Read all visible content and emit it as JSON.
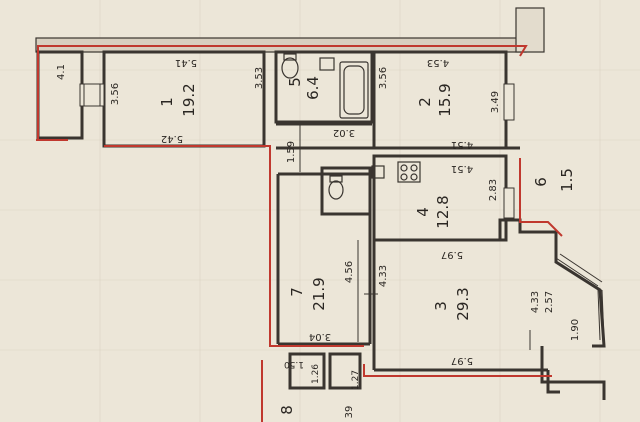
{
  "colors": {
    "paper": "#ece6d8",
    "wall": "#3a3530",
    "boundary": "#c0382e",
    "grid": "#d9cfbe"
  },
  "rooms": [
    {
      "id": "room-1",
      "number": "1",
      "area": "19.2"
    },
    {
      "id": "room-2",
      "number": "2",
      "area": "15.9"
    },
    {
      "id": "room-3",
      "number": "3",
      "area": "29.3"
    },
    {
      "id": "room-4",
      "number": "4",
      "area": "12.8"
    },
    {
      "id": "room-5",
      "number": "5",
      "area": "6.4"
    },
    {
      "id": "room-6",
      "number": "6",
      "area": "1.5"
    },
    {
      "id": "room-7",
      "number": "7",
      "area": "21.9"
    },
    {
      "id": "room-8",
      "number": "8",
      "area": ""
    }
  ],
  "dimensions": {
    "d_4_1": "4.1",
    "d_5_41_top": "5.41",
    "d_5_42_bottom": "5.42",
    "d_3_56_left": "3.56",
    "d_3_53": "3.53",
    "d_3_56_right": "3.56",
    "d_4_53": "4.53",
    "d_3_49": "3.49",
    "d_1_59": "1.59",
    "d_3_02": "3.02",
    "d_4_51_a": "4.51",
    "d_4_51_b": "4.51",
    "d_2_83": "2.83",
    "d_5_97_top": "5.97",
    "d_4_56": "4.56",
    "d_4_33_left": "4.33",
    "d_4_33_right": "4.33",
    "d_2_57": "2.57",
    "d_1_90": "1.90",
    "d_3_04": "3.04",
    "d_5_97_bottom": "5.97",
    "d_1_50": "1.50",
    "d_1_26": "1.26",
    "d_1_27": "1.27",
    "d_39": "39"
  }
}
